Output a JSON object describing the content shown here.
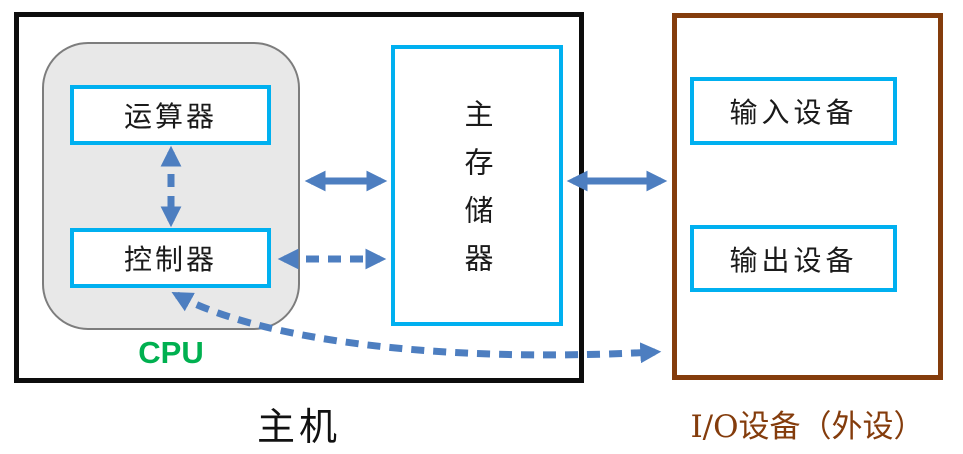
{
  "colors": {
    "boxBlue": "#00b0f0",
    "arrowBlue": "#4d7ec0",
    "cpuGreen": "#00b050",
    "ioBrown": "#843c0c",
    "cpuFill": "#e8e8e8",
    "cpuBorder": "#7d7d7d",
    "hostBorder": "#0d0d0d"
  },
  "host": {
    "caption": "主机"
  },
  "cpu": {
    "label": "CPU",
    "alu_label": "运算器",
    "cu_label": "控制器"
  },
  "memory": {
    "label": "主存储器"
  },
  "io": {
    "caption": "I/O设备（外设）",
    "input_label": "输入设备",
    "output_label": "输出设备"
  },
  "arrows": {
    "alu_cu": "bidirectional dashed",
    "cpu_memory": "bidirectional solid",
    "cu_memory": "bidirectional dashed",
    "memory_io": "bidirectional solid",
    "cu_io": "bidirectional dashed curved"
  }
}
